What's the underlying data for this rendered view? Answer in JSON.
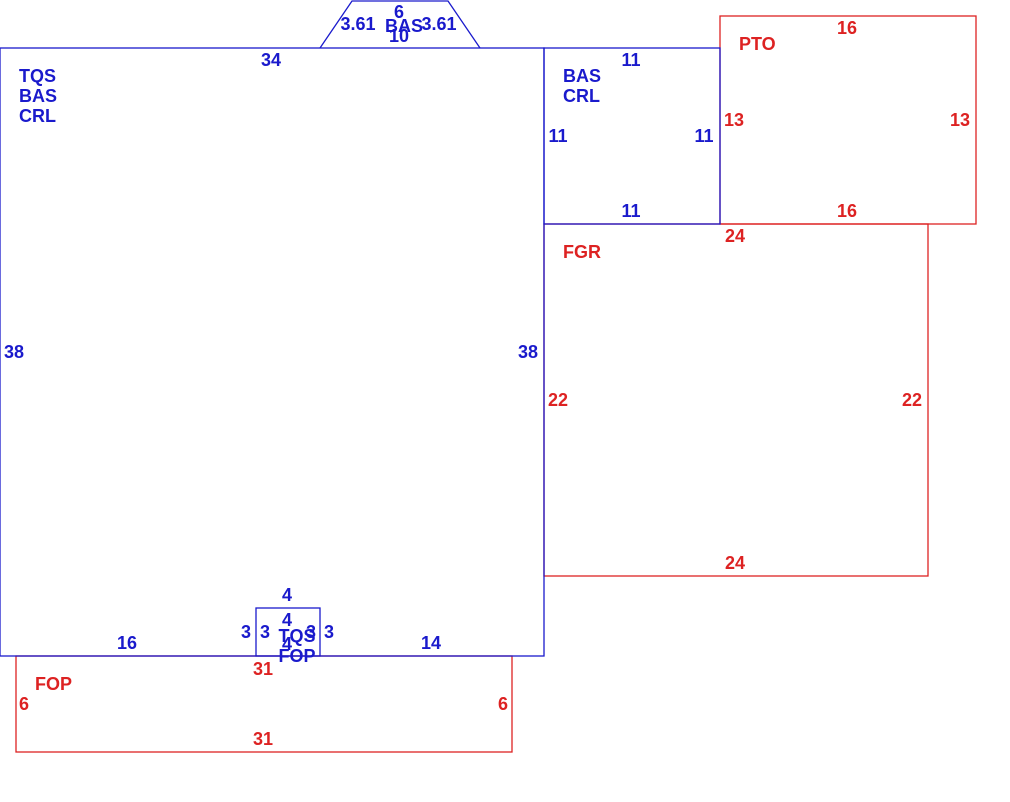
{
  "colors": {
    "living": "#1a1acc",
    "nonliving": "#dd2222"
  },
  "areas": {
    "main": {
      "codes": [
        "TQS",
        "BAS",
        "CRL"
      ],
      "top": "34",
      "left": "38",
      "right": "38",
      "bottom_left": "16",
      "bottom_right": "14"
    },
    "bay": {
      "code": "BAS",
      "top": "6",
      "left": "3.61",
      "right": "3.61",
      "bottom": "10"
    },
    "small_room": {
      "codes": [
        "BAS",
        "CRL"
      ],
      "top": "11",
      "left": "11",
      "right": "11",
      "bottom": "11"
    },
    "pto": {
      "code": "PTO",
      "top": "16",
      "left": "13",
      "right": "13",
      "bottom": "16"
    },
    "fgr": {
      "code": "FGR",
      "top": "24",
      "left": "22",
      "right": "22",
      "bottom": "24"
    },
    "fop": {
      "code": "FOP",
      "top": "31",
      "left": "6",
      "right": "6",
      "bottom": "31"
    },
    "inset": {
      "codes": [
        "TQS",
        "FOP"
      ],
      "top_outer": "4",
      "top_inner": "4",
      "bottom": "4",
      "left_outer": "3",
      "left_inner": "3",
      "right_inner": "3",
      "right_outer": "3"
    }
  }
}
